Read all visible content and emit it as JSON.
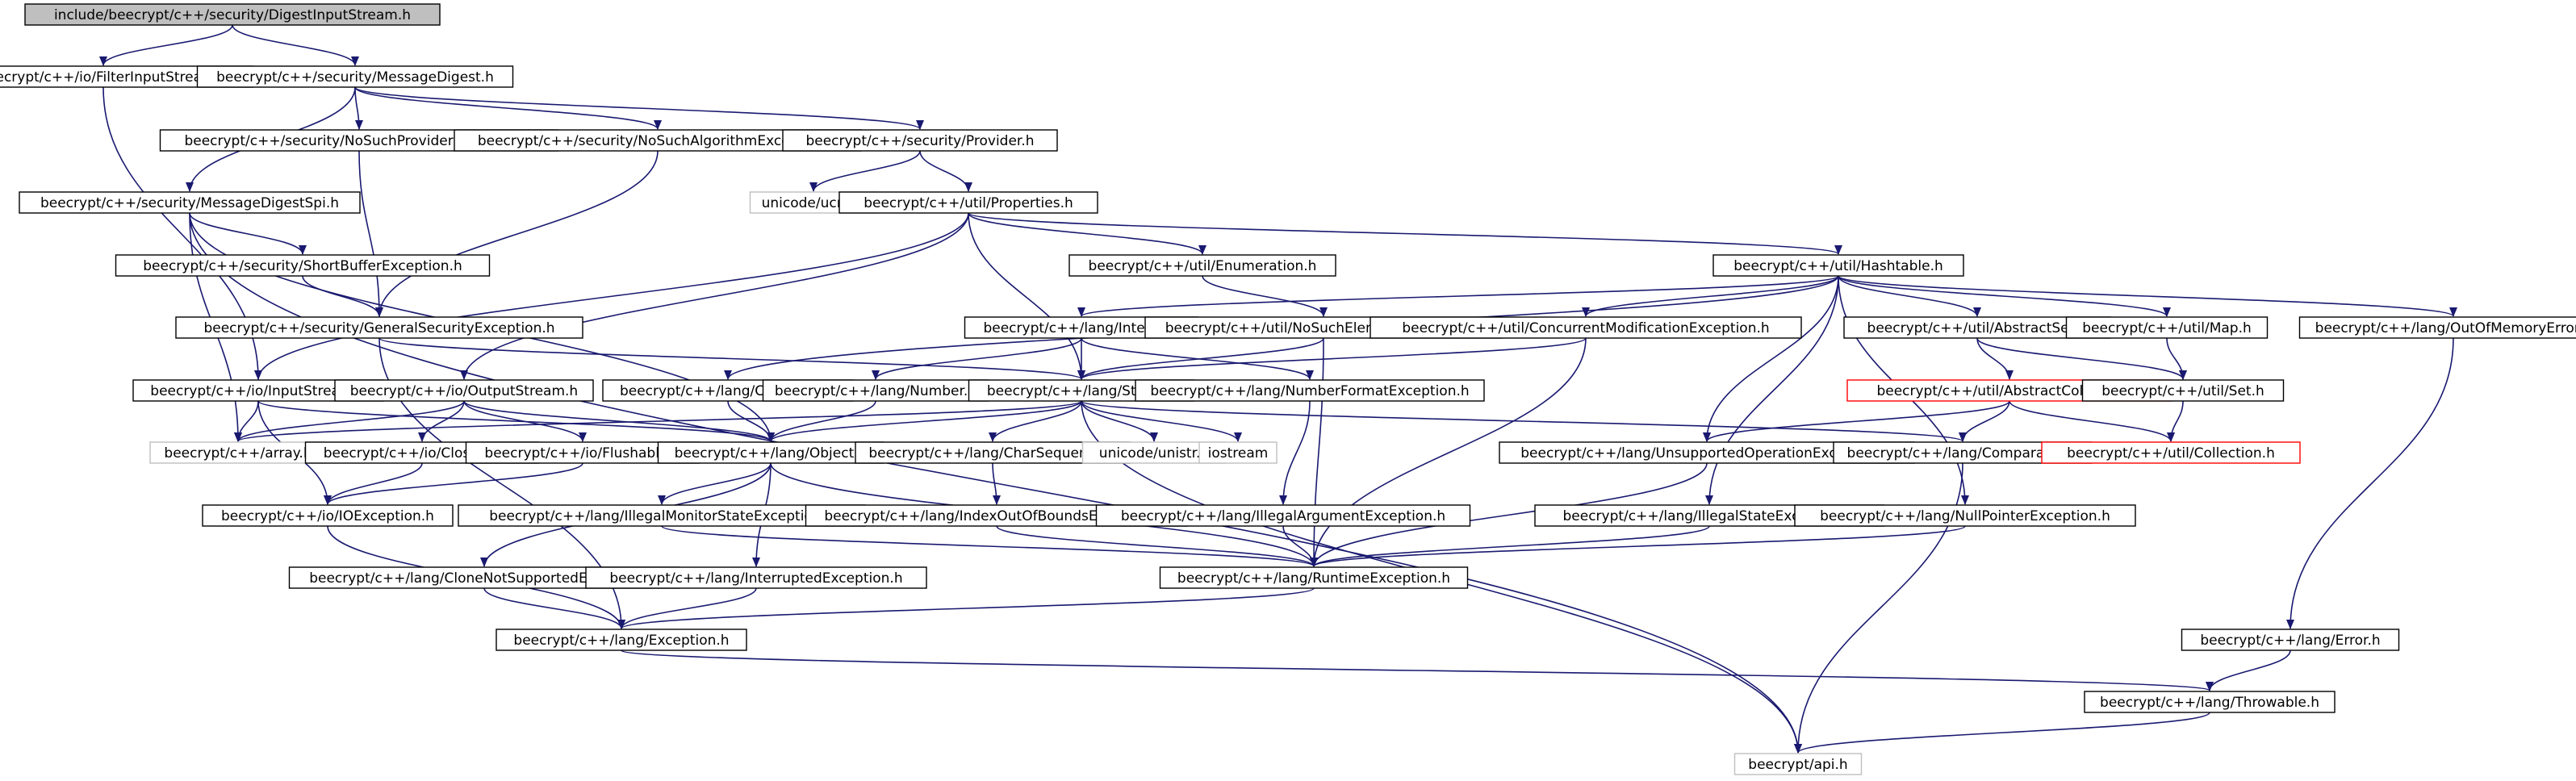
{
  "colors": {
    "edge": "#191970",
    "box_border": "#000000",
    "box_root_fill": "#bfbfbf",
    "box_external_border": "#bfbfbf",
    "box_truncated_border": "#ff0000",
    "background": "#ffffff"
  },
  "nodes": [
    {
      "id": "digestinputstream",
      "label": "include/beecrypt/c++/security/DigestInputStream.h",
      "kind": "root"
    },
    {
      "id": "filterinputstream",
      "label": "beecrypt/c++/io/FilterInputStream.h",
      "kind": "normal"
    },
    {
      "id": "messagedigest",
      "label": "beecrypt/c++/security/MessageDigest.h",
      "kind": "normal"
    },
    {
      "id": "nosuchprovider",
      "label": "beecrypt/c++/security/NoSuchProviderException.h",
      "kind": "normal"
    },
    {
      "id": "nosuchalgorithm",
      "label": "beecrypt/c++/security/NoSuchAlgorithmException.h",
      "kind": "normal"
    },
    {
      "id": "provider",
      "label": "beecrypt/c++/security/Provider.h",
      "kind": "normal"
    },
    {
      "id": "ucnv",
      "label": "unicode/ucnv.h",
      "kind": "external"
    },
    {
      "id": "properties",
      "label": "beecrypt/c++/util/Properties.h",
      "kind": "normal"
    },
    {
      "id": "messagedigestspi",
      "label": "beecrypt/c++/security/MessageDigestSpi.h",
      "kind": "normal"
    },
    {
      "id": "shortbuffer",
      "label": "beecrypt/c++/security/ShortBufferException.h",
      "kind": "normal"
    },
    {
      "id": "enumeration",
      "label": "beecrypt/c++/util/Enumeration.h",
      "kind": "normal"
    },
    {
      "id": "hashtable",
      "label": "beecrypt/c++/util/Hashtable.h",
      "kind": "normal"
    },
    {
      "id": "generalsecurity",
      "label": "beecrypt/c++/security/GeneralSecurityException.h",
      "kind": "normal"
    },
    {
      "id": "integer",
      "label": "beecrypt/c++/lang/Integer.h",
      "kind": "normal"
    },
    {
      "id": "nosuchelement",
      "label": "beecrypt/c++/util/NoSuchElementException.h",
      "kind": "normal"
    },
    {
      "id": "concurrentmod",
      "label": "beecrypt/c++/util/ConcurrentModificationException.h",
      "kind": "normal"
    },
    {
      "id": "abstractset",
      "label": "beecrypt/c++/util/AbstractSet.h",
      "kind": "normal"
    },
    {
      "id": "map",
      "label": "beecrypt/c++/util/Map.h",
      "kind": "normal"
    },
    {
      "id": "outofmemory",
      "label": "beecrypt/c++/lang/OutOfMemoryError.h",
      "kind": "normal"
    },
    {
      "id": "inputstream",
      "label": "beecrypt/c++/io/InputStream.h",
      "kind": "normal"
    },
    {
      "id": "outputstream",
      "label": "beecrypt/c++/io/OutputStream.h",
      "kind": "normal"
    },
    {
      "id": "cloneable",
      "label": "beecrypt/c++/lang/Cloneable.h",
      "kind": "normal"
    },
    {
      "id": "number",
      "label": "beecrypt/c++/lang/Number.h",
      "kind": "normal"
    },
    {
      "id": "string",
      "label": "beecrypt/c++/lang/String.h",
      "kind": "normal"
    },
    {
      "id": "numberformat",
      "label": "beecrypt/c++/lang/NumberFormatException.h",
      "kind": "normal"
    },
    {
      "id": "abstractcollection",
      "label": "beecrypt/c++/util/AbstractCollection.h",
      "kind": "truncated"
    },
    {
      "id": "set",
      "label": "beecrypt/c++/util/Set.h",
      "kind": "normal"
    },
    {
      "id": "array",
      "label": "beecrypt/c++/array.h",
      "kind": "external"
    },
    {
      "id": "closeable",
      "label": "beecrypt/c++/io/Closeable.h",
      "kind": "normal"
    },
    {
      "id": "flushable",
      "label": "beecrypt/c++/io/Flushable.h",
      "kind": "normal"
    },
    {
      "id": "object",
      "label": "beecrypt/c++/lang/Object.h",
      "kind": "normal"
    },
    {
      "id": "charsequence",
      "label": "beecrypt/c++/lang/CharSequence.h",
      "kind": "normal"
    },
    {
      "id": "unistr",
      "label": "unicode/unistr.h",
      "kind": "external"
    },
    {
      "id": "iostream",
      "label": "iostream",
      "kind": "external"
    },
    {
      "id": "unsupportedop",
      "label": "beecrypt/c++/lang/UnsupportedOperationException.h",
      "kind": "normal"
    },
    {
      "id": "comparable",
      "label": "beecrypt/c++/lang/Comparable.h",
      "kind": "normal"
    },
    {
      "id": "collection",
      "label": "beecrypt/c++/util/Collection.h",
      "kind": "truncated"
    },
    {
      "id": "ioexception",
      "label": "beecrypt/c++/io/IOException.h",
      "kind": "normal"
    },
    {
      "id": "illegalmonitor",
      "label": "beecrypt/c++/lang/IllegalMonitorStateException.h",
      "kind": "normal"
    },
    {
      "id": "indexoutofbounds",
      "label": "beecrypt/c++/lang/IndexOutOfBoundsException.h",
      "kind": "normal"
    },
    {
      "id": "illegalargument",
      "label": "beecrypt/c++/lang/IllegalArgumentException.h",
      "kind": "normal"
    },
    {
      "id": "illegalstate",
      "label": "beecrypt/c++/lang/IllegalStateException.h",
      "kind": "normal"
    },
    {
      "id": "nullpointer",
      "label": "beecrypt/c++/lang/NullPointerException.h",
      "kind": "normal"
    },
    {
      "id": "clonenotsupported",
      "label": "beecrypt/c++/lang/CloneNotSupportedException.h",
      "kind": "normal"
    },
    {
      "id": "interrupted",
      "label": "beecrypt/c++/lang/InterruptedException.h",
      "kind": "normal"
    },
    {
      "id": "runtime",
      "label": "beecrypt/c++/lang/RuntimeException.h",
      "kind": "normal"
    },
    {
      "id": "exception",
      "label": "beecrypt/c++/lang/Exception.h",
      "kind": "normal"
    },
    {
      "id": "error",
      "label": "beecrypt/c++/lang/Error.h",
      "kind": "normal"
    },
    {
      "id": "throwable",
      "label": "beecrypt/c++/lang/Throwable.h",
      "kind": "normal"
    },
    {
      "id": "api",
      "label": "beecrypt/api.h",
      "kind": "external"
    }
  ],
  "edges": [
    [
      "digestinputstream",
      "filterinputstream"
    ],
    [
      "digestinputstream",
      "messagedigest"
    ],
    [
      "filterinputstream",
      "inputstream"
    ],
    [
      "messagedigest",
      "messagedigestspi"
    ],
    [
      "messagedigest",
      "nosuchprovider"
    ],
    [
      "messagedigest",
      "nosuchalgorithm"
    ],
    [
      "messagedigest",
      "provider"
    ],
    [
      "nosuchprovider",
      "generalsecurity"
    ],
    [
      "nosuchalgorithm",
      "generalsecurity"
    ],
    [
      "provider",
      "ucnv"
    ],
    [
      "provider",
      "properties"
    ],
    [
      "properties",
      "inputstream"
    ],
    [
      "properties",
      "outputstream"
    ],
    [
      "properties",
      "string"
    ],
    [
      "properties",
      "enumeration"
    ],
    [
      "properties",
      "hashtable"
    ],
    [
      "messagedigestspi",
      "shortbuffer"
    ],
    [
      "messagedigestspi",
      "array"
    ],
    [
      "messagedigestspi",
      "object"
    ],
    [
      "messagedigestspi",
      "api"
    ],
    [
      "shortbuffer",
      "generalsecurity"
    ],
    [
      "generalsecurity",
      "exception"
    ],
    [
      "generalsecurity",
      "string"
    ],
    [
      "enumeration",
      "nosuchelement"
    ],
    [
      "hashtable",
      "cloneable"
    ],
    [
      "hashtable",
      "integer"
    ],
    [
      "hashtable",
      "concurrentmod"
    ],
    [
      "hashtable",
      "abstractset"
    ],
    [
      "hashtable",
      "map"
    ],
    [
      "hashtable",
      "outofmemory"
    ],
    [
      "hashtable",
      "unsupportedop"
    ],
    [
      "hashtable",
      "illegalstate"
    ],
    [
      "hashtable",
      "nullpointer"
    ],
    [
      "integer",
      "number"
    ],
    [
      "integer",
      "string"
    ],
    [
      "integer",
      "numberformat"
    ],
    [
      "nosuchelement",
      "string"
    ],
    [
      "nosuchelement",
      "runtime"
    ],
    [
      "concurrentmod",
      "string"
    ],
    [
      "concurrentmod",
      "runtime"
    ],
    [
      "abstractset",
      "abstractcollection"
    ],
    [
      "abstractset",
      "set"
    ],
    [
      "map",
      "set"
    ],
    [
      "outofmemory",
      "error"
    ],
    [
      "inputstream",
      "array"
    ],
    [
      "inputstream",
      "ioexception"
    ],
    [
      "inputstream",
      "object"
    ],
    [
      "outputstream",
      "array"
    ],
    [
      "outputstream",
      "closeable"
    ],
    [
      "outputstream",
      "flushable"
    ],
    [
      "outputstream",
      "object"
    ],
    [
      "cloneable",
      "object"
    ],
    [
      "number",
      "object"
    ],
    [
      "string",
      "array"
    ],
    [
      "string",
      "object"
    ],
    [
      "string",
      "charsequence"
    ],
    [
      "string",
      "unistr"
    ],
    [
      "string",
      "iostream"
    ],
    [
      "string",
      "comparable"
    ],
    [
      "string",
      "api"
    ],
    [
      "numberformat",
      "illegalargument"
    ],
    [
      "abstractcollection",
      "unsupportedop"
    ],
    [
      "abstractcollection",
      "comparable"
    ],
    [
      "abstractcollection",
      "collection"
    ],
    [
      "set",
      "collection"
    ],
    [
      "closeable",
      "ioexception"
    ],
    [
      "flushable",
      "ioexception"
    ],
    [
      "object",
      "illegalmonitor"
    ],
    [
      "object",
      "clonenotsupported"
    ],
    [
      "object",
      "interrupted"
    ],
    [
      "object",
      "runtime"
    ],
    [
      "charsequence",
      "indexoutofbounds"
    ],
    [
      "unsupportedop",
      "runtime"
    ],
    [
      "comparable",
      "api"
    ],
    [
      "ioexception",
      "exception"
    ],
    [
      "illegalmonitor",
      "runtime"
    ],
    [
      "indexoutofbounds",
      "runtime"
    ],
    [
      "illegalargument",
      "runtime"
    ],
    [
      "illegalstate",
      "runtime"
    ],
    [
      "nullpointer",
      "runtime"
    ],
    [
      "clonenotsupported",
      "exception"
    ],
    [
      "interrupted",
      "exception"
    ],
    [
      "runtime",
      "exception"
    ],
    [
      "exception",
      "throwable"
    ],
    [
      "error",
      "throwable"
    ],
    [
      "throwable",
      "api"
    ]
  ]
}
